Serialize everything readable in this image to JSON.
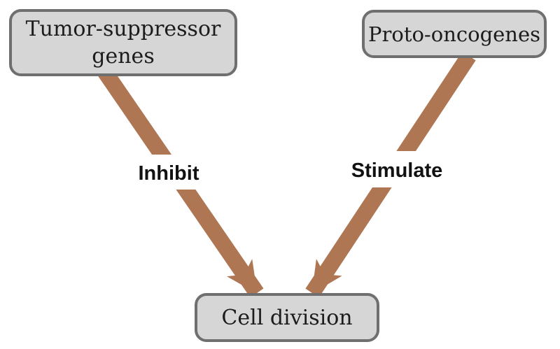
{
  "diagram": {
    "colors": {
      "background": "#ffffff",
      "arrow": "#af7654",
      "box_fill": "#d6d6d6",
      "box_border": "#6f6f6f",
      "box_text": "#1c1c1c",
      "edge_label_text": "#111111",
      "edge_label_bg": "#ffffff"
    },
    "nodes": {
      "tumor_suppressor": {
        "label": "Tumor-suppressor genes"
      },
      "proto_oncogenes": {
        "label": "Proto-oncogenes"
      },
      "cell_division": {
        "label": "Cell division"
      }
    },
    "edges": {
      "inhibit": {
        "label": "Inhibit",
        "from": "Tumor-suppressor genes",
        "to": "Cell division"
      },
      "stimulate": {
        "label": "Stimulate",
        "from": "Proto-oncogenes",
        "to": "Cell division"
      }
    }
  }
}
